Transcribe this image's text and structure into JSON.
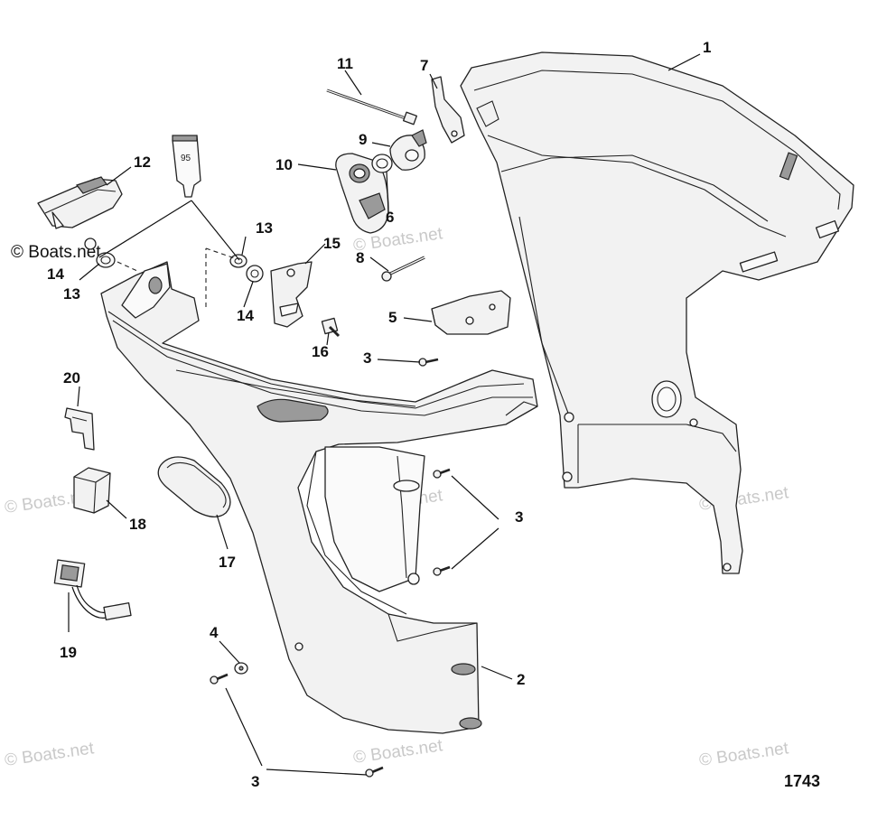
{
  "diagram": {
    "figure_number": "1743",
    "watermark_text": "© Boats.net",
    "tube_label": "95",
    "callouts": {
      "c1": "1",
      "c2": "2",
      "c3a": "3",
      "c3b": "3",
      "c3c": "3",
      "c4": "4",
      "c5": "5",
      "c6": "6",
      "c7": "7",
      "c8": "8",
      "c9": "9",
      "c10": "10",
      "c11": "11",
      "c12": "12",
      "c13a": "13",
      "c13b": "13",
      "c14a": "14",
      "c14b": "14",
      "c15": "15",
      "c16": "16",
      "c17": "17",
      "c18": "18",
      "c19": "19",
      "c20": "20"
    }
  }
}
